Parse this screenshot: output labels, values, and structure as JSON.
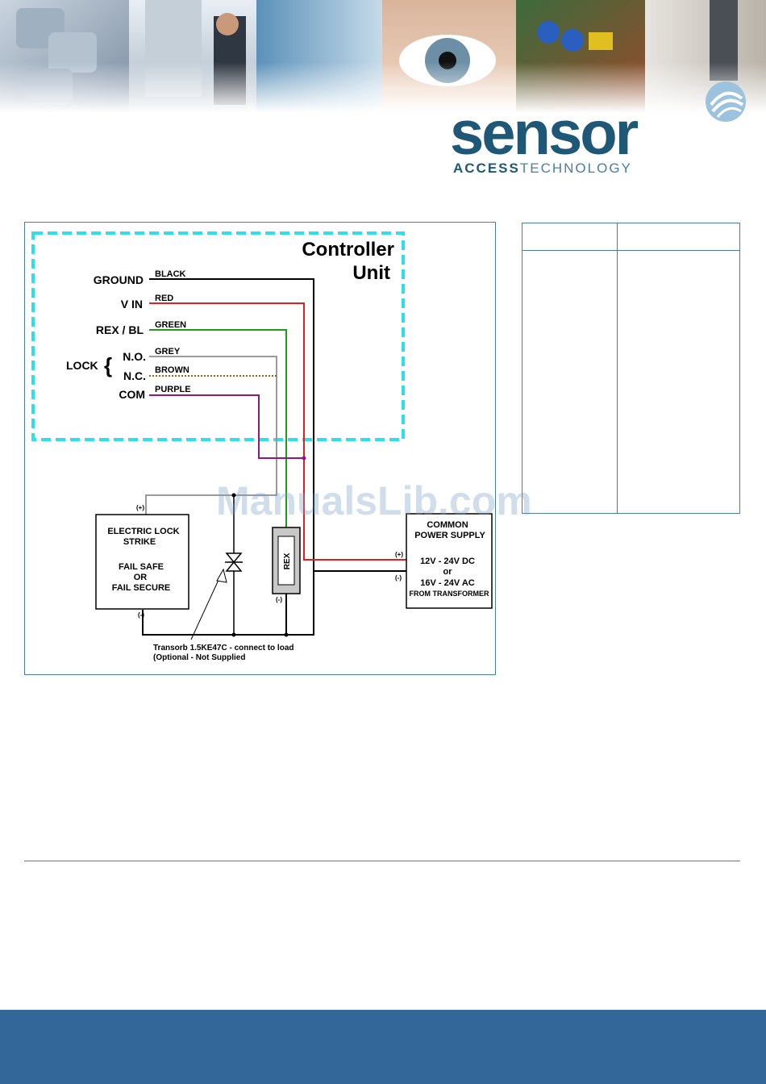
{
  "brand": {
    "logo_word": "sensor",
    "logo_sub_a": "ACCESS",
    "logo_sub_b": "TECHNOLOGY"
  },
  "watermark": "ManualsLib.com",
  "diagram": {
    "controller_title_1": "Controller",
    "controller_title_2": "Unit",
    "terminals": {
      "ground": "GROUND",
      "vin": "V IN",
      "rex_bl": "REX / BL",
      "lock": "LOCK",
      "no": "N.O.",
      "nc": "N.C.",
      "com": "COM"
    },
    "wires": {
      "black": "BLACK",
      "red": "RED",
      "green": "GREEN",
      "grey": "GREY",
      "brown": "BROWN",
      "purple": "PURPLE"
    },
    "lock_box": {
      "line1": "ELECTRIC LOCK",
      "line2": "STRIKE",
      "line3": "FAIL SAFE",
      "line4": "OR",
      "line5": "FAIL SECURE",
      "plus": "(+)",
      "minus": "(-)"
    },
    "rex_box": {
      "label": "REX",
      "minus": "(-)"
    },
    "psu_box": {
      "line1": "COMMON",
      "line2": "POWER SUPPLY",
      "line3": "12V - 24V DC",
      "line4": "or",
      "line5": "16V - 24V AC",
      "line6": "FROM TRANSFORMER",
      "plus": "(+)",
      "minus": "(-)"
    },
    "transorb_1": "Transorb 1.5KE47C - connect to load",
    "transorb_2": "(Optional - Not Supplied"
  },
  "colors": {
    "brand_blue": "#1f5876",
    "footer_blue": "#336699",
    "dash_cyan": "#2ce0e8",
    "wire_black": "#000000",
    "wire_red": "#e02020",
    "wire_green": "#1e9a1e",
    "wire_grey": "#9a9a9a",
    "wire_brown": "#a05a14",
    "wire_purple": "#8a1a8a"
  }
}
